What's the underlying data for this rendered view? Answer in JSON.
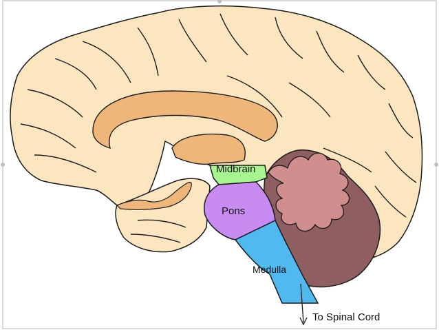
{
  "labels": {
    "midbrain": "Midbrain",
    "pons": "Pons",
    "medulla": "Medulla",
    "spinal_cord": "To Spinal Cord"
  },
  "colors": {
    "cortex": "#FCE6C0",
    "corpus_callosum": "#EEB678",
    "midbrain": "#A8F590",
    "pons": "#C88BF2",
    "medulla": "#4FB9F0",
    "cerebellum": "#8E5E60",
    "cerebellum_inner": "#7A4E50",
    "arbor_vitae": "#D08E8E",
    "outline": "#1a1a1a"
  }
}
